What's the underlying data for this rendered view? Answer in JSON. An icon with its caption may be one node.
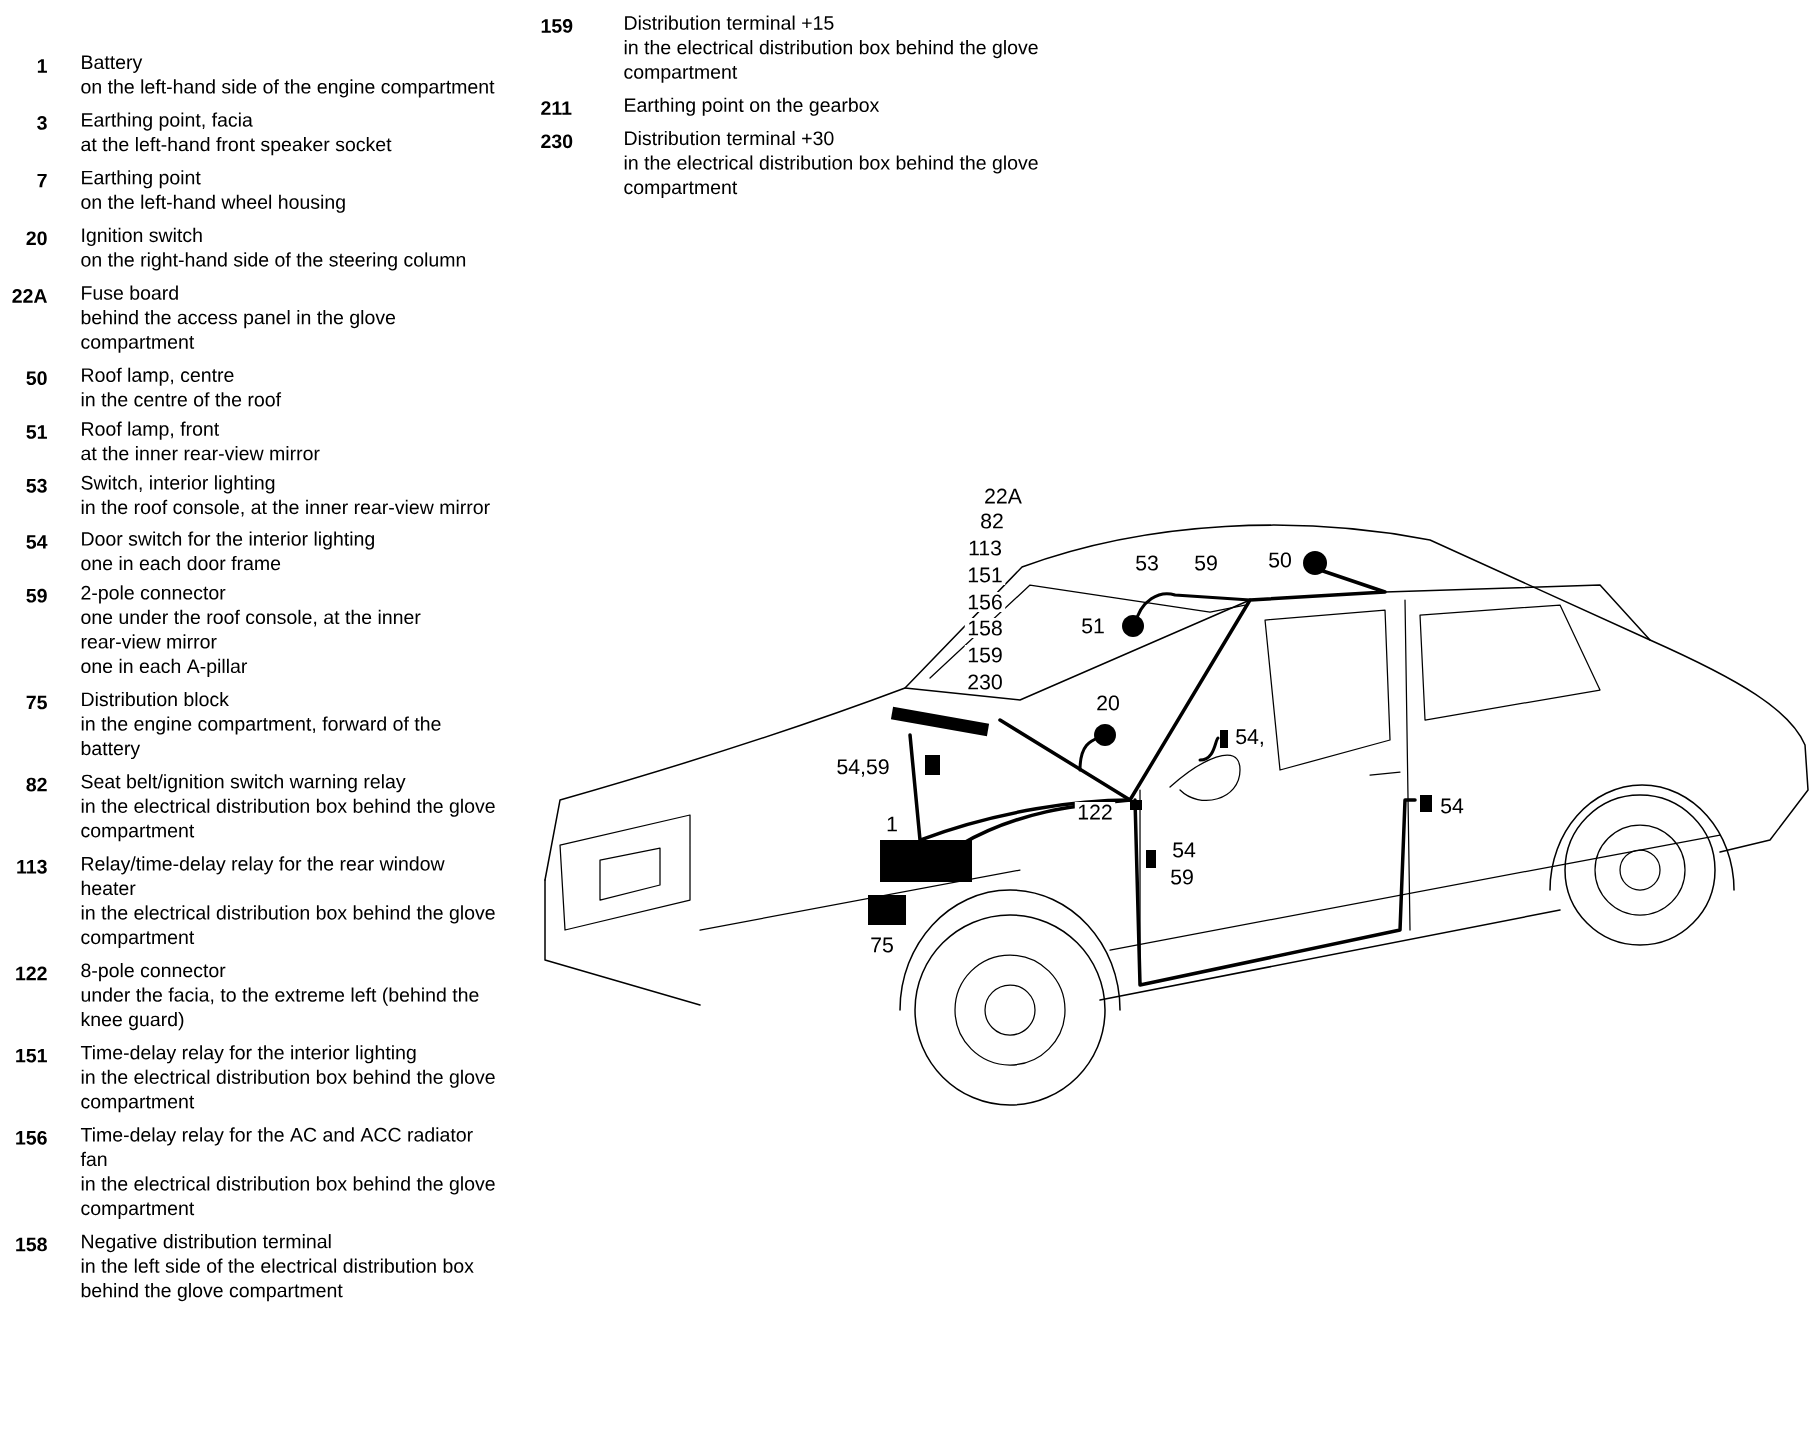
{
  "diagram": {
    "labels": [
      "1",
      "Battery",
      "on the left-hand side of the engine compartment",
      "3",
      "Earthing point, facia",
      "at the left-hand front speaker socket",
      "7",
      "Earthing point",
      "on the left-hand wheel housing",
      "20",
      "Ignition switch",
      "on the right-hand side of the steering column",
      "22A",
      "Fuse board",
      "behind the access panel in the glove compartment",
      "50",
      "Roof lamp, centre",
      "in the centre of the roof",
      "51",
      "Roof lamp, front",
      "at the inner rear-view mirror",
      "53",
      "Switch, interior lighting",
      "in the roof console, at the inner rear-view mirror",
      "54",
      "Door switch for the interior lighting",
      "one in each door frame",
      "59",
      "2-pole connector",
      "one under the roof console, at the inner rear-view mirror",
      "one in each A-pillar",
      "75",
      "Distribution block",
      "in the engine compartment, forward of the battery",
      "82",
      "Seat belt/ignition switch warning relay",
      "in the electrical distribution box behind the glove compartment",
      "113",
      "Relay/time-delay relay for the rear window heater",
      "in the electrical distribution box behind the glove compartment",
      "122",
      "8-pole connector",
      "under the facia, to the extreme left (behind the knee guard)",
      "151",
      "Time-delay relay for the interior lighting",
      "in the electrical distribution box behind the glove compartment",
      "156",
      "Time-delay relay for the AC and ACC radiator fan",
      "in the electrical distribution box behind the glove compartment",
      "158",
      "Negative distribution terminal",
      "in the left side of the electrical distribution box behind the glove compartment",
      "159",
      "Distribution terminal +15",
      "in the electrical distribution box behind the glove compartment",
      "211",
      "Earthing point on the gearbox",
      "230",
      "Distribution terminal +30",
      "in the electrical distribution box behind the glove compartment",
      "22A",
      "82",
      "113",
      "151",
      "156",
      "158",
      "159",
      "230",
      "53",
      "59",
      "50",
      "51",
      "20",
      "54,59",
      "54,",
      "1",
      "122",
      "54",
      "59",
      "54",
      "75"
    ]
  }
}
